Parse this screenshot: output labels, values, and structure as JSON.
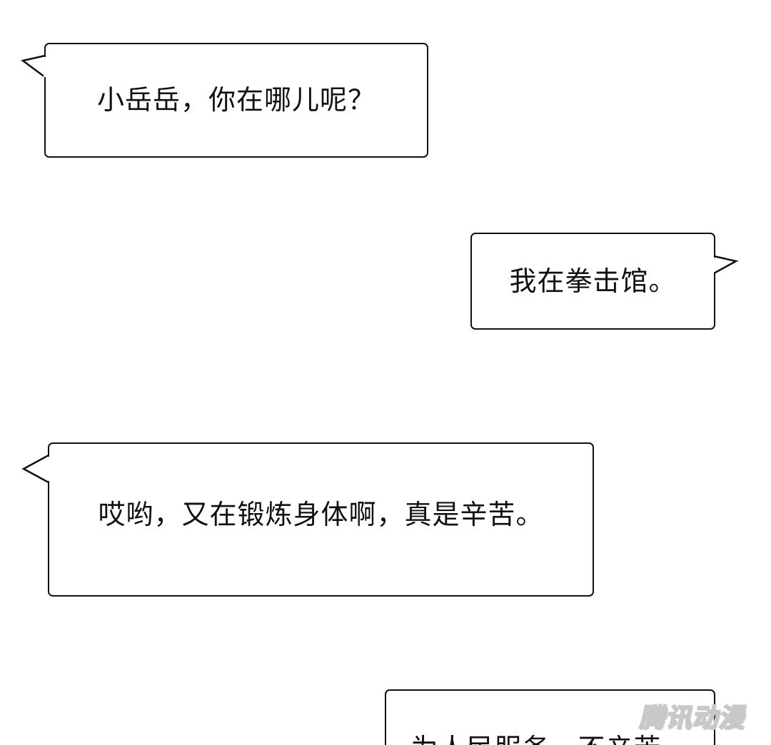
{
  "panel": {
    "bubbles": [
      {
        "speaker_side": "left",
        "text": "小岳岳，你在哪儿呢？"
      },
      {
        "speaker_side": "right",
        "text": "我在拳击馆。"
      },
      {
        "speaker_side": "left",
        "text": "哎哟，又在锻炼身体啊，真是辛苦。"
      },
      {
        "speaker_side": "right",
        "text": "为人民服务，不辛苦。"
      }
    ]
  },
  "watermark": {
    "text": "腾讯动漫"
  }
}
